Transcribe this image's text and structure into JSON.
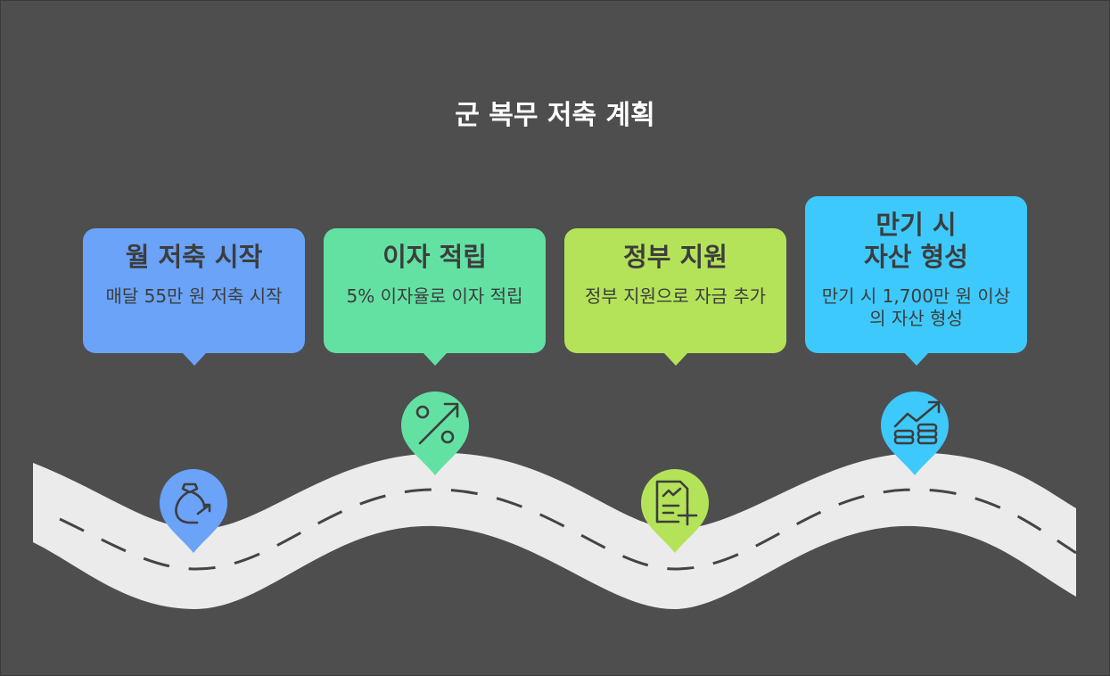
{
  "title": "군 복무 저축 계획",
  "colors": {
    "background": "#4e4e4e",
    "road": "#ebebeb",
    "step1": "#6aa3f8",
    "step2": "#63e1a3",
    "step3": "#b4e35a",
    "step4": "#3ec9fc",
    "icon_stroke": "#3d3d3d"
  },
  "steps": [
    {
      "title": "월 저축 시작",
      "desc": "매달 55만 원 저축 시작",
      "icon": "money-bag-icon"
    },
    {
      "title": "이자 적립",
      "desc": "5% 이자율로 이자 적립",
      "icon": "percent-up-icon"
    },
    {
      "title": "정부 지원",
      "desc": "정부 지원으로 자금 추가",
      "icon": "document-plus-icon"
    },
    {
      "title": "만기 시\n자산 형성",
      "desc": "만기 시 1,700만 원 이상의 자산 형성",
      "icon": "growth-coins-icon"
    }
  ]
}
